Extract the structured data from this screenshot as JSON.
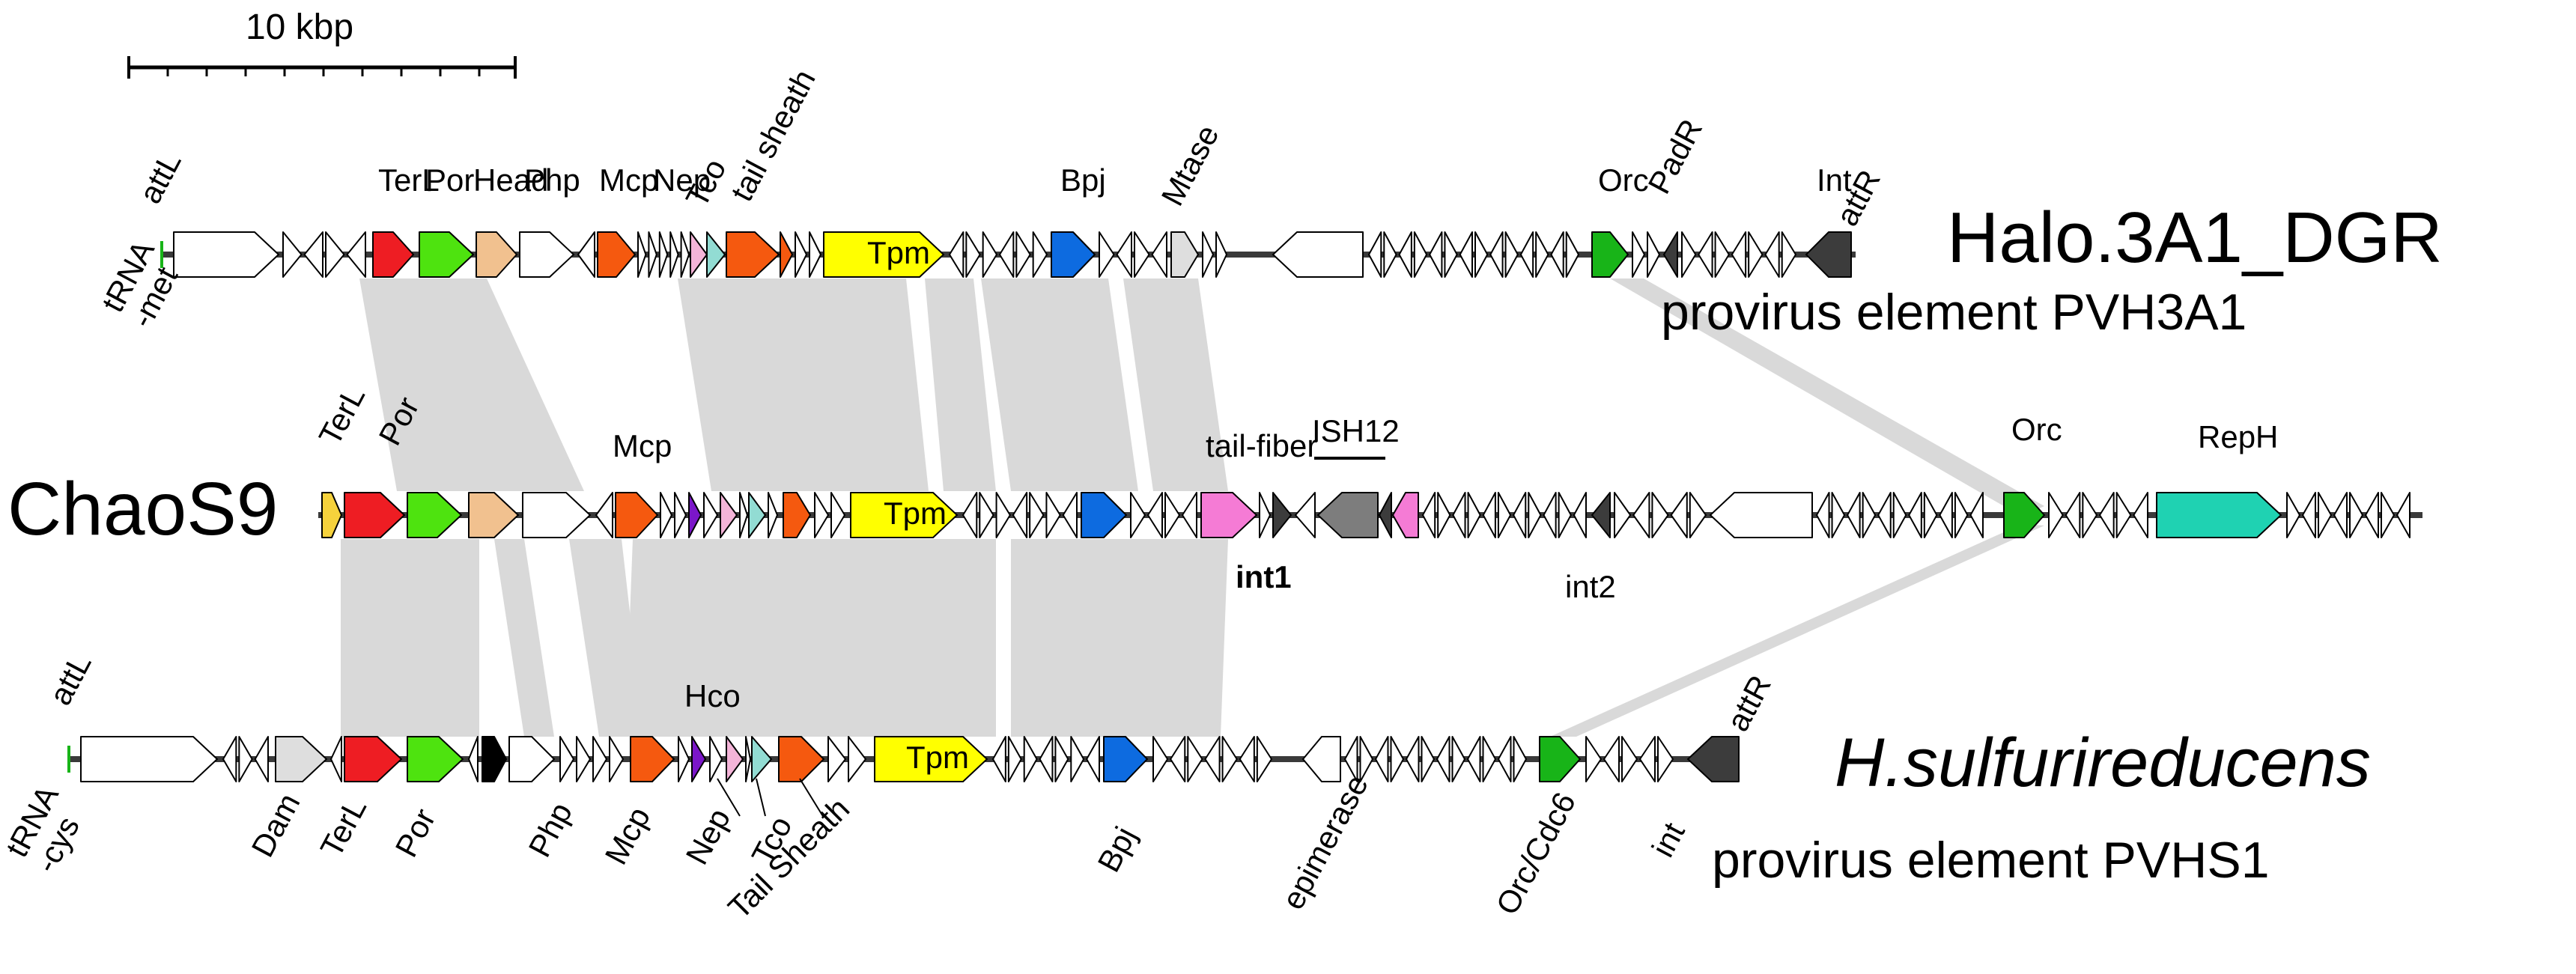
{
  "colors": {
    "terl": "#ee1d23",
    "por": "#4ee30f",
    "head": "#f1c18f",
    "mcp": "#f5590f",
    "nep": "#f4b4d8",
    "tco": "#92dcd3",
    "tpm": "#ffff00",
    "bpj": "#0d6be0",
    "mtase": "#dedede",
    "orc": "#18b418",
    "dark": "#3c3c3c",
    "hco": "#7b16c9",
    "tailfiber": "#f57bd5",
    "isgray": "#7d7d7d",
    "reph": "#1fd2b2",
    "yellowsmall": "#f6d23c",
    "black": "#000000",
    "white": "#ffffff",
    "synteny": "#d9d9d9"
  },
  "scale_bar": {
    "label": "10 kbp"
  },
  "genomes": [
    {
      "id": "halo",
      "title": "Halo.3A1_DGR",
      "subtitle": "provirus element PVH3A1",
      "labels": {
        "attL": "attL",
        "tRNA": "tRNA\n-met",
        "TerL": "TerL",
        "Por": "Por",
        "Head": "Head",
        "Php": "Php",
        "Mcp": "Mcp",
        "Nep": "Nep",
        "Tco": "Tco",
        "tail_sheath": "tail sheath",
        "Bpj": "Bpj",
        "Mtase": "Mtase",
        "Orc": "Orc",
        "PadR": "PadR",
        "Int": "Int",
        "attR": "attR",
        "Tpm": "Tpm"
      }
    },
    {
      "id": "chaos",
      "title": "ChaoS9",
      "labels": {
        "TerL": "TerL",
        "Por": "Por",
        "Mcp": "Mcp",
        "tail_fiber": "tail-fiber",
        "ISH12": "ISH12",
        "Orc": "Orc",
        "RepH": "RepH",
        "int1": "int1",
        "int2": "int2",
        "Tpm": "Tpm"
      }
    },
    {
      "id": "hsulf",
      "title": "H.sulfurireducens",
      "subtitle": "provirus element PVHS1",
      "labels": {
        "attL": "attL",
        "tRNA": "tRNA\n-cys",
        "Hco": "Hco",
        "Dam": "Dam",
        "TerL": "TerL",
        "Por": "Por",
        "Php": "Php",
        "Mcp": "Mcp",
        "Nep": "Nep",
        "Tco": "Tco",
        "Tail_Sheath": "Tail Sheath",
        "Bpj": "Bpj",
        "epimerase": "epimerase",
        "Orc_Cdc6": "Orc/Cdc6",
        "int": "int",
        "attR": "attR",
        "Tpm": "Tpm"
      }
    }
  ]
}
